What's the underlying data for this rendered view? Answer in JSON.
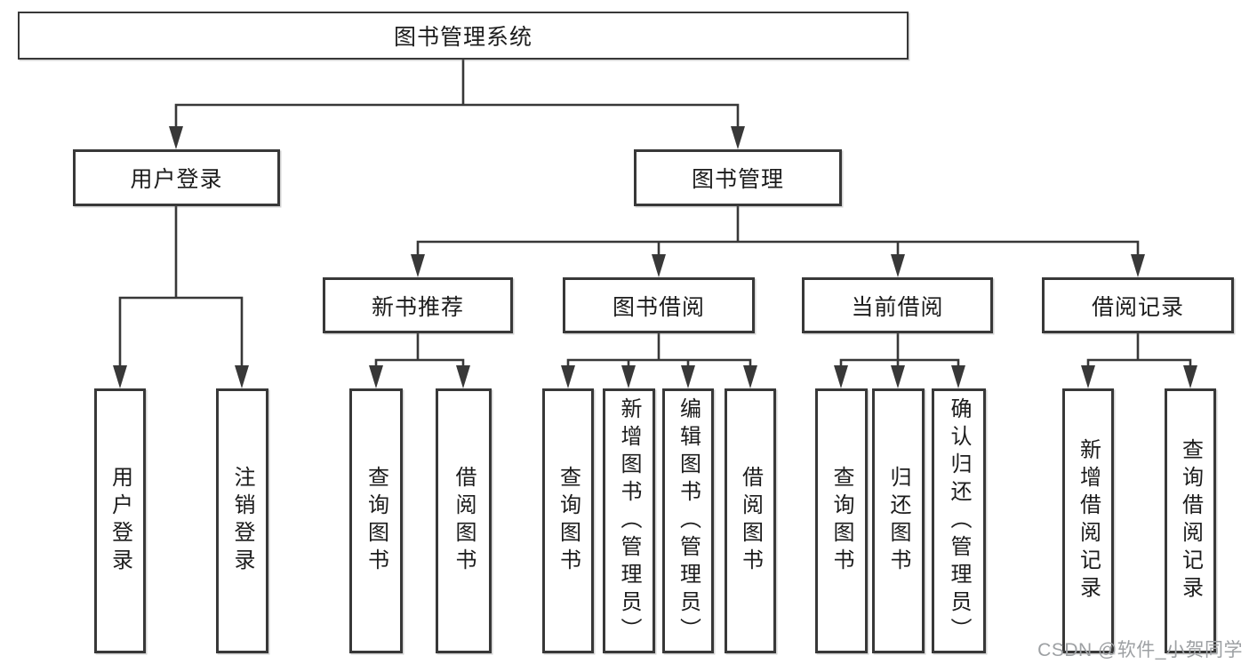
{
  "tree": {
    "label": "图书管理系统",
    "children": [
      {
        "label": "用户登录",
        "children": [
          {
            "label": "用户登录"
          },
          {
            "label": "注销登录"
          }
        ]
      },
      {
        "label": "图书管理",
        "children": [
          {
            "label": "新书推荐",
            "children": [
              {
                "label": "查询图书"
              },
              {
                "label": "借阅图书"
              }
            ]
          },
          {
            "label": "图书借阅",
            "children": [
              {
                "label": "查询图书"
              },
              {
                "label": "新增图书（管理员）"
              },
              {
                "label": "编辑图书（管理员）"
              },
              {
                "label": "借阅图书"
              }
            ]
          },
          {
            "label": "当前借阅",
            "children": [
              {
                "label": "查询图书"
              },
              {
                "label": "归还图书"
              },
              {
                "label": "确认归还（管理员）"
              }
            ]
          },
          {
            "label": "借阅记录",
            "children": [
              {
                "label": "新增借阅记录"
              },
              {
                "label": "查询借阅记录"
              }
            ]
          }
        ]
      }
    ]
  },
  "watermark": "CSDN @软件_小贺同学",
  "colors": {
    "line": "#383838",
    "box_border": "#383838",
    "text": "#1c1c1c",
    "watermark": "#9da0a3",
    "background": "#ffffff"
  }
}
